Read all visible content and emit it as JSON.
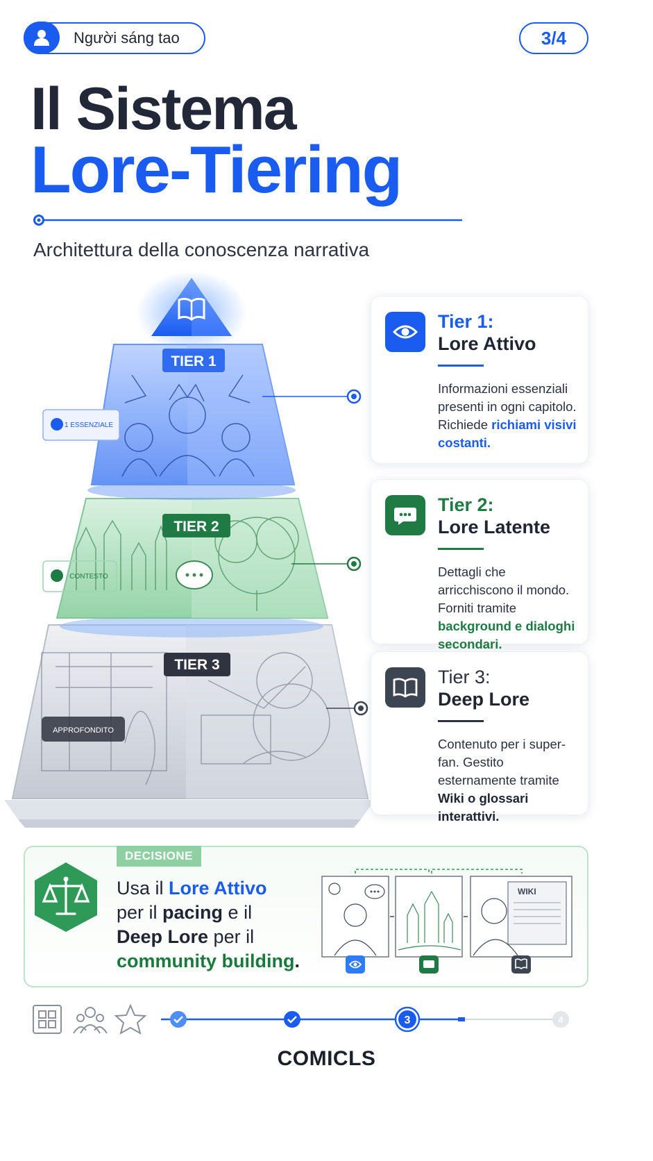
{
  "header": {
    "creator_label": "Người sáng tao",
    "page_indicator": "3/4"
  },
  "title": {
    "line1": "Il Sistema",
    "line2": "Lore-Tiering",
    "subtitle": "Architettura della conoscenza narrativa"
  },
  "pyramid": {
    "tier1_label": "TIER 1",
    "tier2_label": "TIER 2",
    "tier3_label": "TIER 3",
    "tier1_side_tag": "1 ESSENZIALE",
    "tier2_side_tag": "CONTESTO",
    "tier3_side_tag": "APPROFONDITO"
  },
  "tiers": [
    {
      "name": "Tier 1:",
      "subtitle": "Lore Attivo",
      "desc_plain": "Informazioni essenziali presenti in ogni capitolo. Richiede ",
      "desc_bold": "richiami visivi costanti.",
      "desc_tail": "",
      "accent": "#1a5cf0",
      "icon": "eye-icon"
    },
    {
      "name": "Tier 2:",
      "subtitle": "Lore Latente",
      "desc_plain": "Dettagli che arricchiscono il mondo. Forniti tramite ",
      "desc_bold": "background e dialoghi secondari.",
      "desc_tail": "",
      "accent": "#1a7a3c",
      "icon": "chat-bubble-icon"
    },
    {
      "name": "Tier 3:",
      "subtitle": "Deep Lore",
      "desc_plain": "Contenuto per i super-fan. Gestito esternamente tramite ",
      "desc_bold": "Wiki o glossari interattivi.",
      "desc_tail": "",
      "accent": "#3d4452",
      "icon": "book-icon"
    }
  ],
  "decision": {
    "tag": "DECISIONE",
    "w_usa": "Usa il ",
    "w_lore_attivo": "Lore Attivo",
    "w_per_il": "per il ",
    "w_pacing": "pacing",
    "w_e_il": " e il",
    "w_deep_lore": "Deep Lore",
    "w_per_il2": " per il",
    "w_community": "community building",
    "w_period": ".",
    "wiki_label": "WIKI",
    "icon": "scales-icon"
  },
  "progress": {
    "current_step": "3",
    "next_step": "4",
    "steps_total": 4,
    "steps_completed": 2
  },
  "footer": {
    "logo": "COMICLS"
  },
  "colors": {
    "brand_blue": "#1a5cf0",
    "tier2_green": "#1a7a3c",
    "tier3_slate": "#3d4452"
  }
}
